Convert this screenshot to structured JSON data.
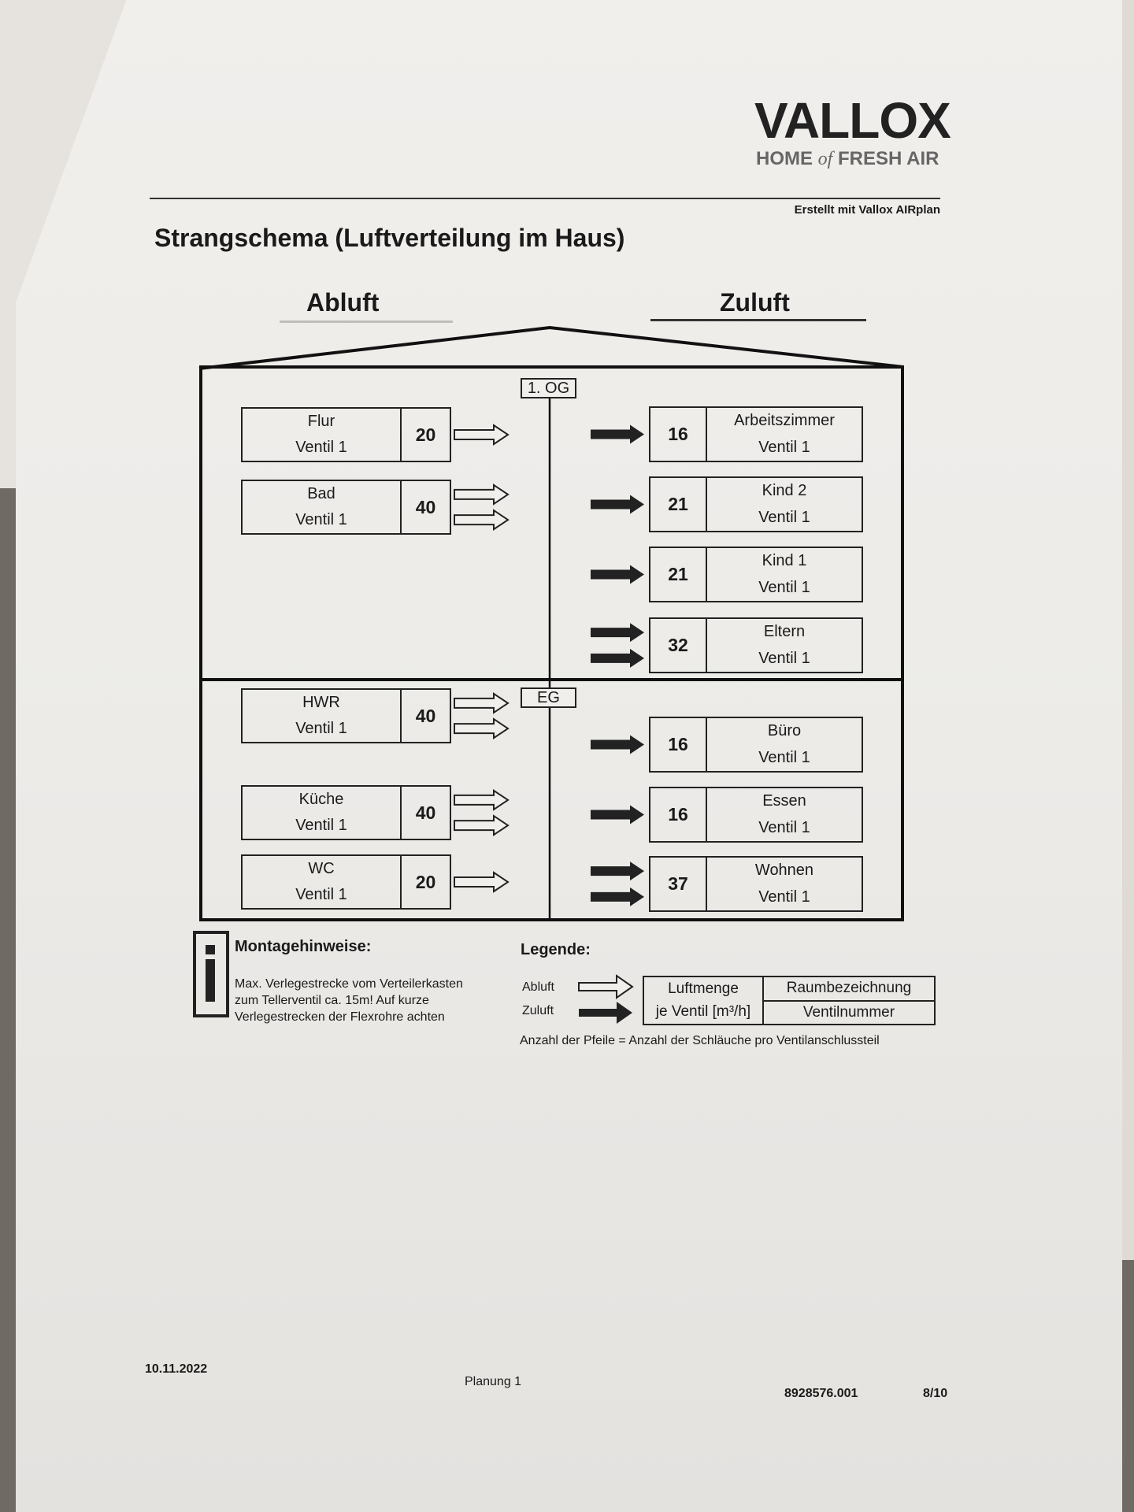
{
  "brand": {
    "logo": "VALLOX",
    "tagline_a": "HOME ",
    "tagline_of": "of",
    "tagline_b": " FRESH AIR",
    "credit": "Erstellt mit Vallox AIRplan"
  },
  "title": "Strangschema (Luftverteilung im Haus)",
  "columns": {
    "abluft": "Abluft",
    "zuluft": "Zuluft"
  },
  "floors": [
    {
      "label": "1. OG",
      "abluft": [
        {
          "room": "Flur",
          "valve": "Ventil 1",
          "flow": "20",
          "hoses": 1
        },
        {
          "room": "Bad",
          "valve": "Ventil 1",
          "flow": "40",
          "hoses": 2
        }
      ],
      "zuluft": [
        {
          "room": "Arbeitszimmer",
          "valve": "Ventil 1",
          "flow": "16",
          "hoses": 1
        },
        {
          "room": "Kind 2",
          "valve": "Ventil 1",
          "flow": "21",
          "hoses": 1
        },
        {
          "room": "Kind 1",
          "valve": "Ventil 1",
          "flow": "21",
          "hoses": 1
        },
        {
          "room": "Eltern",
          "valve": "Ventil 1",
          "flow": "32",
          "hoses": 2
        }
      ]
    },
    {
      "label": "EG",
      "abluft": [
        {
          "room": "HWR",
          "valve": "Ventil 1",
          "flow": "40",
          "hoses": 2
        },
        {
          "room": "Küche",
          "valve": "Ventil 1",
          "flow": "40",
          "hoses": 2
        },
        {
          "room": "WC",
          "valve": "Ventil 1",
          "flow": "20",
          "hoses": 1
        }
      ],
      "zuluft": [
        {
          "room": "Büro",
          "valve": "Ventil 1",
          "flow": "16",
          "hoses": 1
        },
        {
          "room": "Essen",
          "valve": "Ventil 1",
          "flow": "16",
          "hoses": 1
        },
        {
          "room": "Wohnen",
          "valve": "Ventil 1",
          "flow": "37",
          "hoses": 2
        }
      ]
    }
  ],
  "notes": {
    "heading": "Montagehinweise:",
    "lines": [
      "Max. Verlegestrecke vom Verteilerkasten",
      "zum Tellerventil ca. 15m! Auf kurze",
      "Verlegestrecken der Flexrohre achten"
    ]
  },
  "legend": {
    "heading": "Legende:",
    "abluft": "Abluft",
    "zuluft": "Zuluft",
    "flow_a": "Luftmenge",
    "flow_b": "je Ventil [m³/h]",
    "room": "Raumbezeichnung",
    "valve": "Ventilnummer",
    "footnote": "Anzahl der Pfeile = Anzahl der Schläuche pro Ventilanschlussteil"
  },
  "footer": {
    "date": "10.11.2022",
    "plan": "Planung 1",
    "doc_no": "8928576.001",
    "page": "8/10"
  }
}
